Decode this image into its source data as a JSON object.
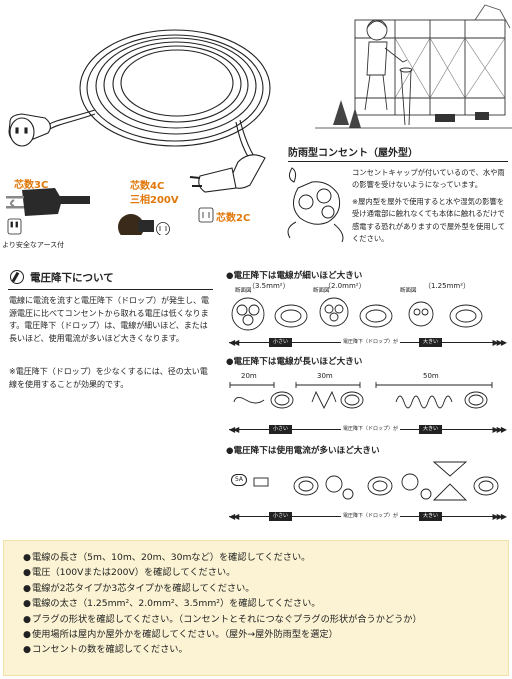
{
  "top": {
    "core3": "芯数3C",
    "core4": "芯数4C",
    "phase3": "三相200V",
    "core2": "芯数2C",
    "earth_note": "より安全なアース付"
  },
  "weatherproof": {
    "title": "防雨型コンセント（屋外型）",
    "text1": "コンセントキャップが付いているので、水や雨の影響を受けないようになっています。",
    "text2": "※屋内型を屋外で使用すると水や湿気の影響を受け通電部に触れなくても本体に触れるだけで感電する恐れがありますので屋外型を使用してください。"
  },
  "voltage_drop": {
    "title": "電圧降下について",
    "p1": "電線に電流を流すと電圧降下（ドロップ）が発生し、電源電圧に比べてコンセントから取れる電圧は低くなります。電圧降下（ドロップ）は、電線が細いほど、または長いほど、使用電流が多いほど大きくなります。",
    "p2": "※電圧降下（ドロップ）を少なくするには、径の太い電線を使用することが効果的です。"
  },
  "diagrams": {
    "thin": {
      "title": "●電圧降下は電線が細いほど大きい",
      "sizes": [
        "（3.5mm²）",
        "（2.0mm²）",
        "（1.25mm²）"
      ],
      "cut": "断面図"
    },
    "long": {
      "title": "●電圧降下は電線が長いほど大きい",
      "lengths": [
        "20m",
        "30m",
        "50m"
      ]
    },
    "current": {
      "title": "●電圧降下は使用電流が多いほど大きい",
      "amp": "5A"
    },
    "bar": {
      "small": "小さい",
      "middle": "電圧降下（ドロップ）が",
      "large": "大きい"
    }
  },
  "checklist": [
    "電線の長さ（5m、10m、20m、30mなど）を確認してください。",
    "電圧（100Vまたは200V）を確認してください。",
    "電線が2芯タイプか3芯タイプかを確認してください。",
    "電線の太さ（1.25mm²、2.0mm²、3.5mm²）を確認してください。",
    "プラグの形状を確認してください。（コンセントとそれにつなぐプラグの形状が合うかどうか）",
    "使用場所は屋内か屋外かを確認してください。（屋外→屋外防雨型を選定）",
    "コンセントの数を確認してください。"
  ]
}
